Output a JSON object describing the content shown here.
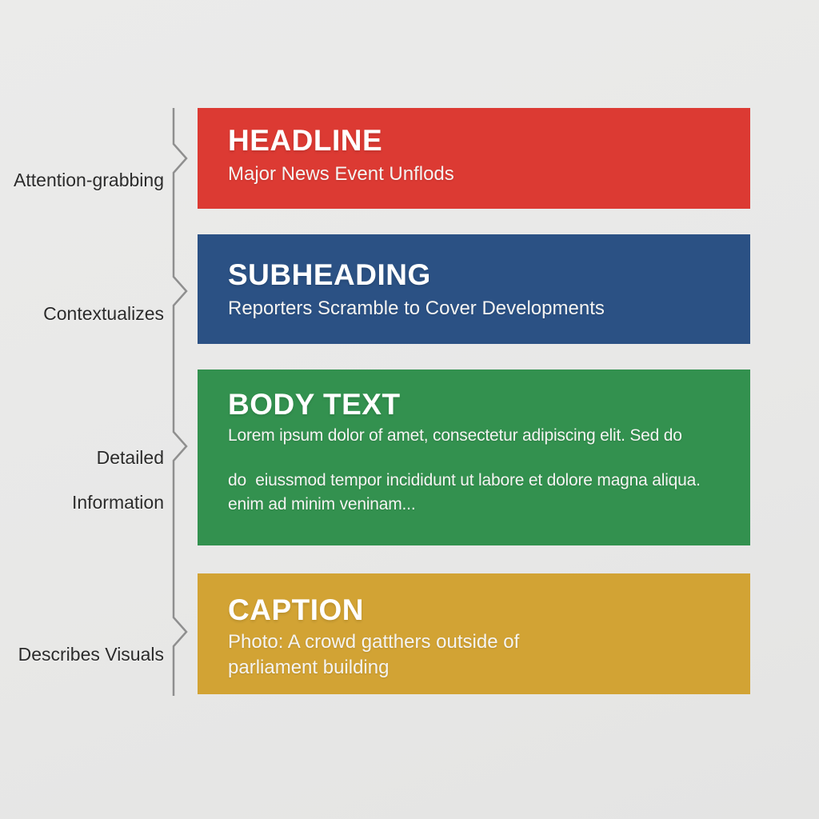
{
  "page": {
    "background_color": "#e9e9e8",
    "connector_color": "#8f8f8f",
    "label_text_color": "#2b2b2b"
  },
  "labels": [
    {
      "lines": [
        "Attention-grabbing"
      ]
    },
    {
      "lines": [
        "Contextualizes"
      ]
    },
    {
      "lines": [
        "Detailed",
        "Information"
      ]
    },
    {
      "lines": [
        "Describes Visuals"
      ]
    }
  ],
  "blocks": [
    {
      "title": "HEADLINE",
      "color": "#dc3a33",
      "lines": [
        "Major News Event Unflods"
      ]
    },
    {
      "title": "SUBHEADING",
      "color": "#2b5184",
      "lines": [
        "Reporters Scramble to Cover Developments"
      ]
    },
    {
      "title": "BODY TEXT",
      "color": "#33914f",
      "lines": [
        "Lorem ipsum dolor of amet, consectetur adipiscing elit. Sed do",
        "do  eiussmod tempor incididunt ut labore et dolore magna aliqua.",
        "enim ad minim veninam..."
      ]
    },
    {
      "title": "CAPTION",
      "color": "#d2a334",
      "lines": [
        "Photo: A crowd gatthers outside of",
        "parliament building"
      ]
    }
  ]
}
